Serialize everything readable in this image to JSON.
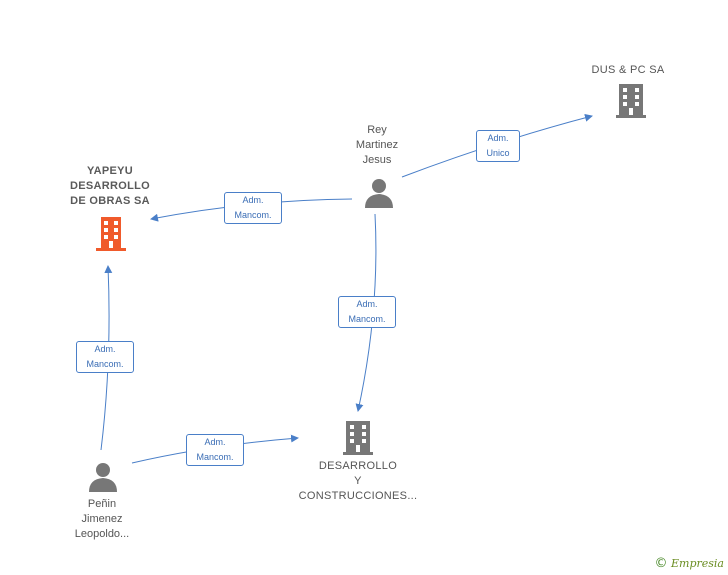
{
  "colors": {
    "main_company": "#f05a2b",
    "company": "#777777",
    "person": "#777777",
    "edge": "#4a7fc8",
    "edge_label_text": "#3a6db5",
    "brand": "#6b8e23"
  },
  "nodes": {
    "yapeyu": {
      "type": "company-main",
      "label_lines": [
        "YAPEYU",
        "DESARROLLO",
        "DE OBRAS SA"
      ]
    },
    "dus": {
      "type": "company",
      "label_lines": [
        "DUS & PC SA"
      ]
    },
    "desarrollo": {
      "type": "company",
      "label_lines": [
        "DESARROLLO",
        "Y",
        "CONSTRUCCIONES..."
      ]
    },
    "rey": {
      "type": "person",
      "label_lines": [
        "Rey",
        "Martinez",
        "Jesus"
      ]
    },
    "penin": {
      "type": "person",
      "label_lines": [
        "Peñin",
        "Jimenez",
        "Leopoldo..."
      ]
    }
  },
  "edges": [
    {
      "from": "rey",
      "to": "dus",
      "label_lines": [
        "Adm.",
        "Unico"
      ]
    },
    {
      "from": "rey",
      "to": "yapeyu",
      "label_lines": [
        "Adm.",
        "Mancom."
      ]
    },
    {
      "from": "rey",
      "to": "desarrollo",
      "label_lines": [
        "Adm.",
        "Mancom."
      ]
    },
    {
      "from": "penin",
      "to": "yapeyu",
      "label_lines": [
        "Adm.",
        "Mancom."
      ]
    },
    {
      "from": "penin",
      "to": "desarrollo",
      "label_lines": [
        "Adm.",
        "Mancom."
      ]
    }
  ],
  "footer": {
    "copyright_symbol": "©",
    "brand": "Empresia"
  }
}
